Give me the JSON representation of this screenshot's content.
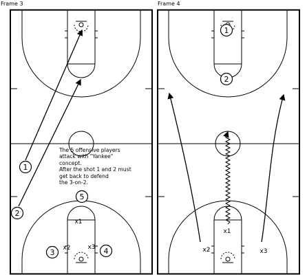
{
  "frames": [
    {
      "title": "Frame 3",
      "note": [
        "The 5 offensive players",
        "attack with \"Yankee\"",
        "concept.",
        "After the shot 1 and 2 must",
        "get back to defend",
        "the 3-on-2."
      ],
      "offense": [
        {
          "label": "1",
          "name": "player-1"
        },
        {
          "label": "2",
          "name": "player-2"
        },
        {
          "label": "5",
          "name": "player-5"
        },
        {
          "label": "3",
          "name": "player-3"
        },
        {
          "label": "4",
          "name": "player-4"
        }
      ],
      "defense": [
        {
          "label": "x1",
          "name": "defender-x1"
        },
        {
          "label": "x2",
          "name": "defender-x2"
        },
        {
          "label": "x3",
          "name": "defender-x3"
        }
      ]
    },
    {
      "title": "Frame 4",
      "offense": [
        {
          "label": "1",
          "name": "player-1"
        },
        {
          "label": "2",
          "name": "player-2"
        }
      ],
      "defense": [
        {
          "label": "x1",
          "name": "defender-x1"
        },
        {
          "label": "x2",
          "name": "defender-x2"
        },
        {
          "label": "x3",
          "name": "defender-x3"
        }
      ]
    }
  ],
  "colors": {
    "line": "#000000",
    "background": "#ffffff"
  }
}
